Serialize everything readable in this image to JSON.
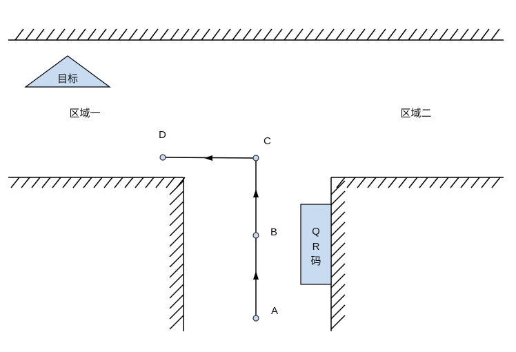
{
  "target": {
    "label": "目标",
    "fill": "#c9dbf0",
    "stroke": "#000000"
  },
  "regions": {
    "left": "区域一",
    "right": "区域二"
  },
  "waypoints": [
    {
      "id": "A",
      "label": "A"
    },
    {
      "id": "B",
      "label": "B"
    },
    {
      "id": "C",
      "label": "C"
    },
    {
      "id": "D",
      "label": "D"
    }
  ],
  "qr_panel": {
    "line1": "Q",
    "line2": "R",
    "line3": "码",
    "fill": "#c9dbf0"
  },
  "colors": {
    "line": "#000000",
    "shape_fill": "#c9dbf0"
  }
}
